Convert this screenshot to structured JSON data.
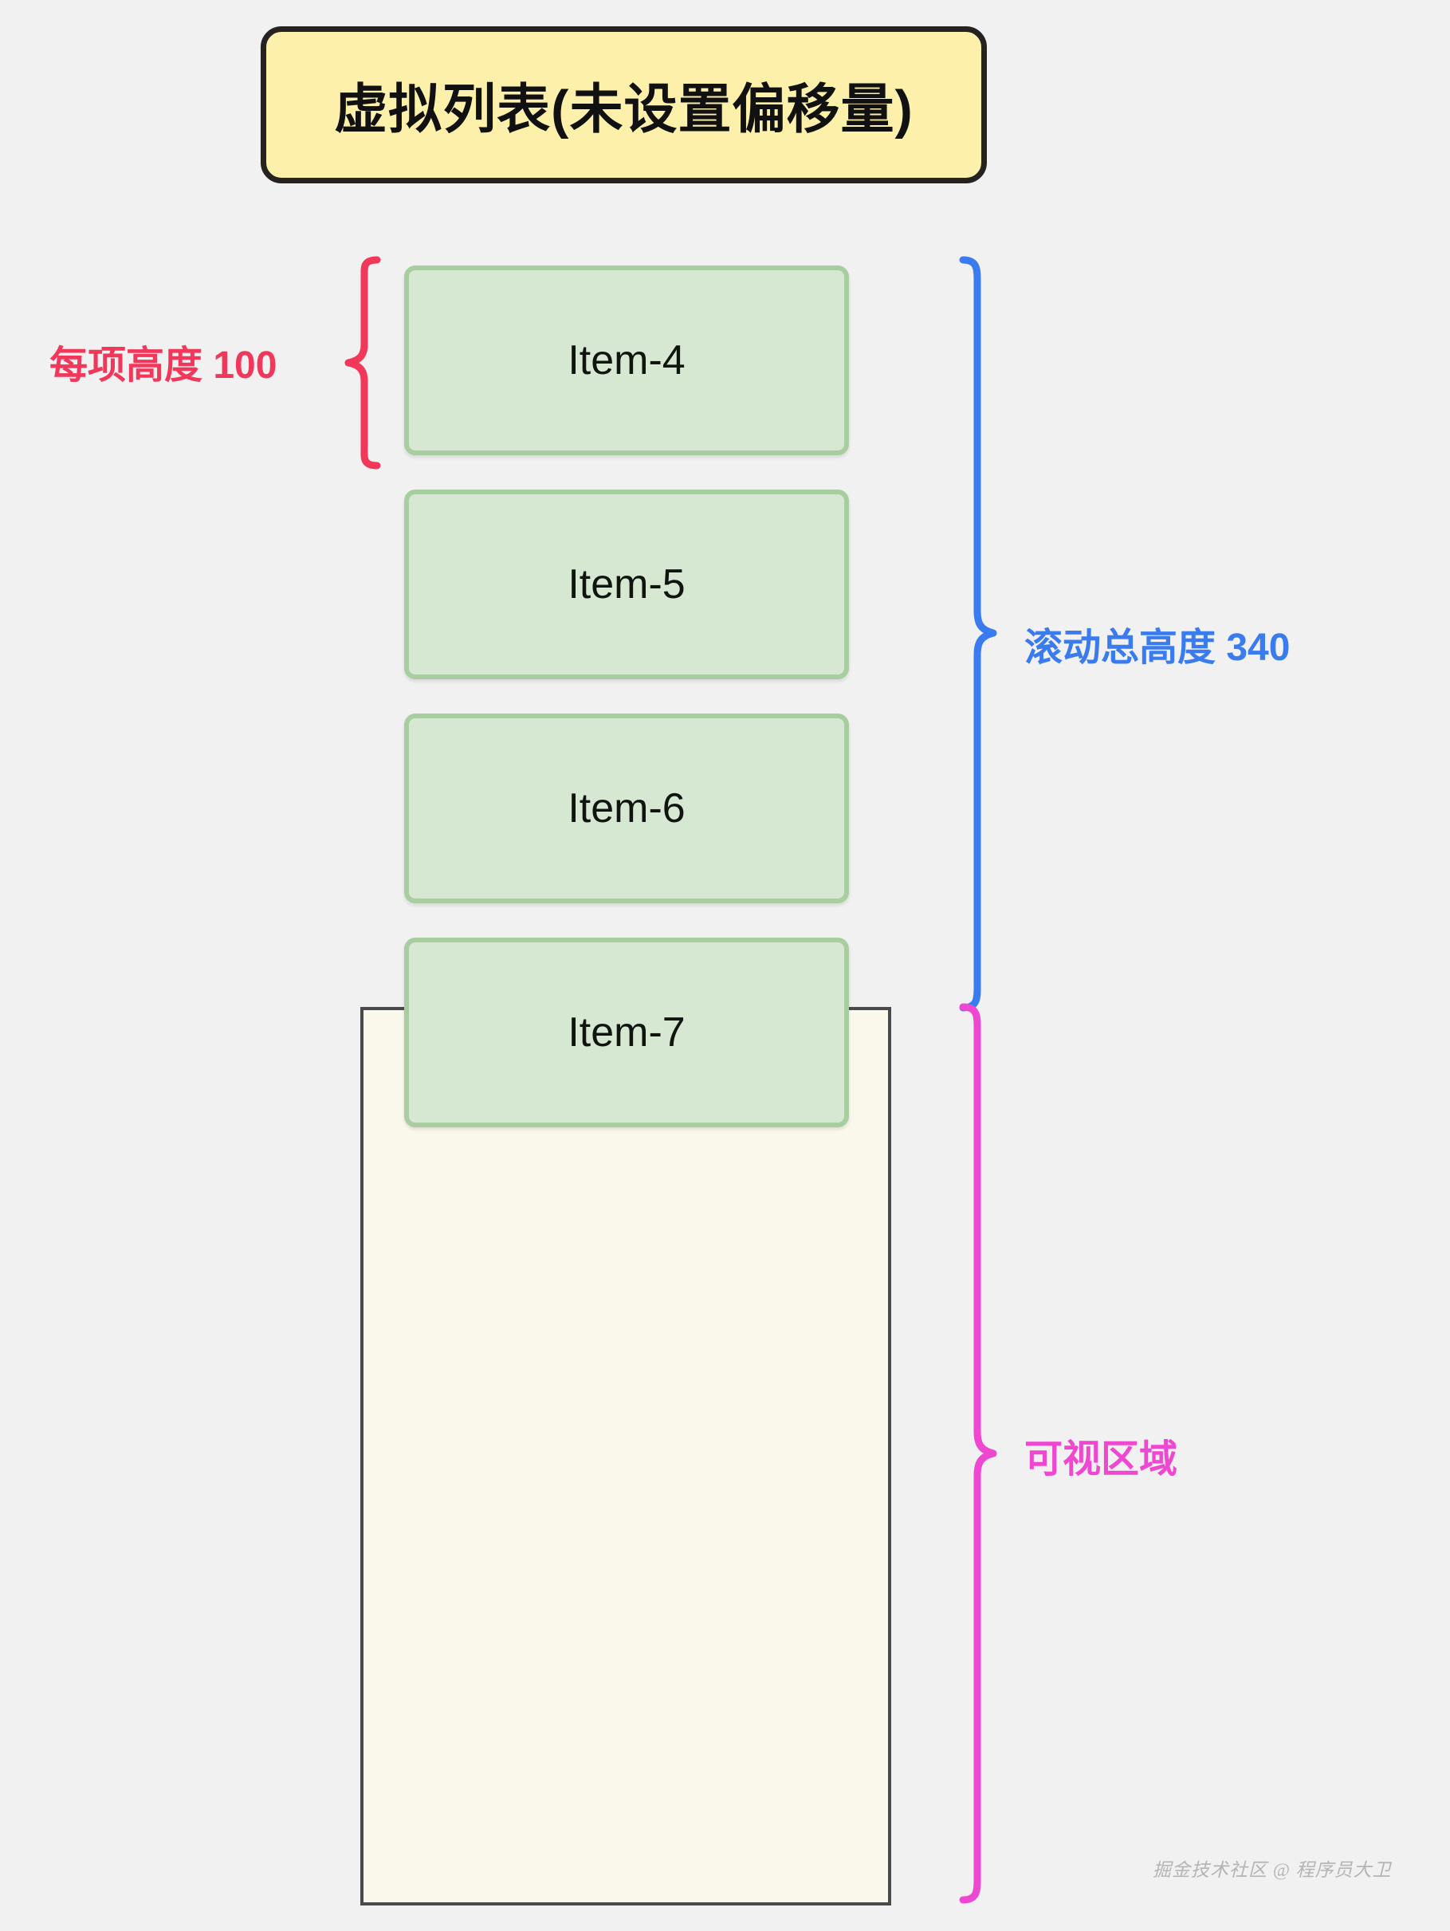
{
  "diagram": {
    "background_color": "#f1f1f1",
    "title": {
      "text": "虚拟列表(未设置偏移量)",
      "fill_color": "#fdf0ab",
      "border_color": "#26221f"
    },
    "items": [
      {
        "label": "Item-4"
      },
      {
        "label": "Item-5"
      },
      {
        "label": "Item-6"
      },
      {
        "label": "Item-7"
      }
    ],
    "item_style": {
      "fill_color": "#d7e8d2",
      "border_color": "#a8cea0"
    },
    "viewport": {
      "fill_color": "#faf8ea",
      "border_color": "#4a4a4a"
    },
    "annotations": {
      "item_height": {
        "text": "每项高度 100",
        "color": "#f2385a",
        "brace_color": "#f2385a"
      },
      "total_scroll_height": {
        "text": "滚动总高度 340",
        "color": "#3a7bf0",
        "brace_color": "#3a7bf0"
      },
      "visible_area": {
        "text": "可视区域",
        "color": "#ef48d0",
        "brace_color": "#ef48d0"
      }
    },
    "watermark": {
      "text": "掘金技术社区 @ 程序员大卫"
    }
  },
  "chart_data": {
    "type": "diagram",
    "title": "虚拟列表(未设置偏移量)",
    "description": "Virtual list diagram showing rendered items Item-4 through Item-7, each of height 100, a total scroll height of 340, and a viewport (visible area) box.",
    "item_height": 100,
    "total_scroll_height": 340,
    "items": [
      "Item-4",
      "Item-5",
      "Item-6",
      "Item-7"
    ]
  }
}
